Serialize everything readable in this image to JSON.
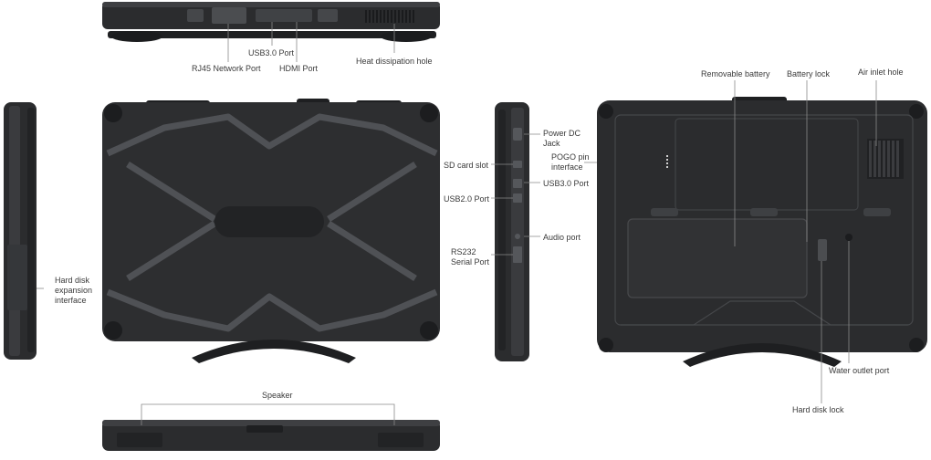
{
  "labels": {
    "rj45": "RJ45 Network Port",
    "usb30_top": "USB3.0 Port",
    "hdmi": "HDMI Port",
    "heat": "Heat dissipation hole",
    "hdd_exp": "Hard disk expansion interface",
    "power_dc": "Power DC Jack",
    "sd_card": "SD card slot",
    "pogo": "POGO pin interface",
    "usb30_side": "USB3.0 Port",
    "usb20": "USB2.0 Port",
    "audio": "Audio port",
    "rs232": "RS232 Serial Port",
    "removable_battery": "Removable battery",
    "battery_lock": "Battery lock",
    "air_inlet": "Air inlet hole",
    "water_outlet": "Water outlet port",
    "hdd_lock": "Hard disk lock",
    "speaker": "Speaker"
  },
  "colors": {
    "body_dark": "#2b2c2e",
    "body_mid": "#3a3b3e",
    "accent_stripe": "#55575b",
    "line": "#7a7a7a",
    "text": "#3a3a3a"
  }
}
